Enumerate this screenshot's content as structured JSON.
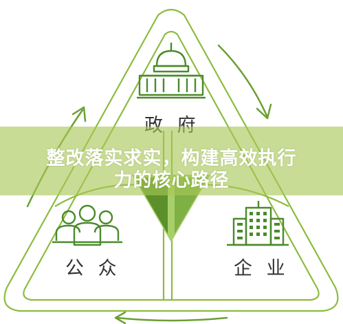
{
  "diagram": {
    "nodes": {
      "top": {
        "label": "政 府",
        "icon": "government-building-icon"
      },
      "left": {
        "label": "公 众",
        "icon": "people-group-icon"
      },
      "right": {
        "label": "企 业",
        "icon": "office-building-icon"
      }
    },
    "colors": {
      "ring_stroke": "#8cbb3f",
      "ring_fill": "#ffffff",
      "icon_stroke": "#4a8a2a",
      "center_dark": "#5a8f2a",
      "center_light": "#a9cf6a",
      "banner": "#a8c656"
    }
  },
  "banner": {
    "line1": "整改落实求实，构建高效执行",
    "line2": "力的核心路径"
  }
}
